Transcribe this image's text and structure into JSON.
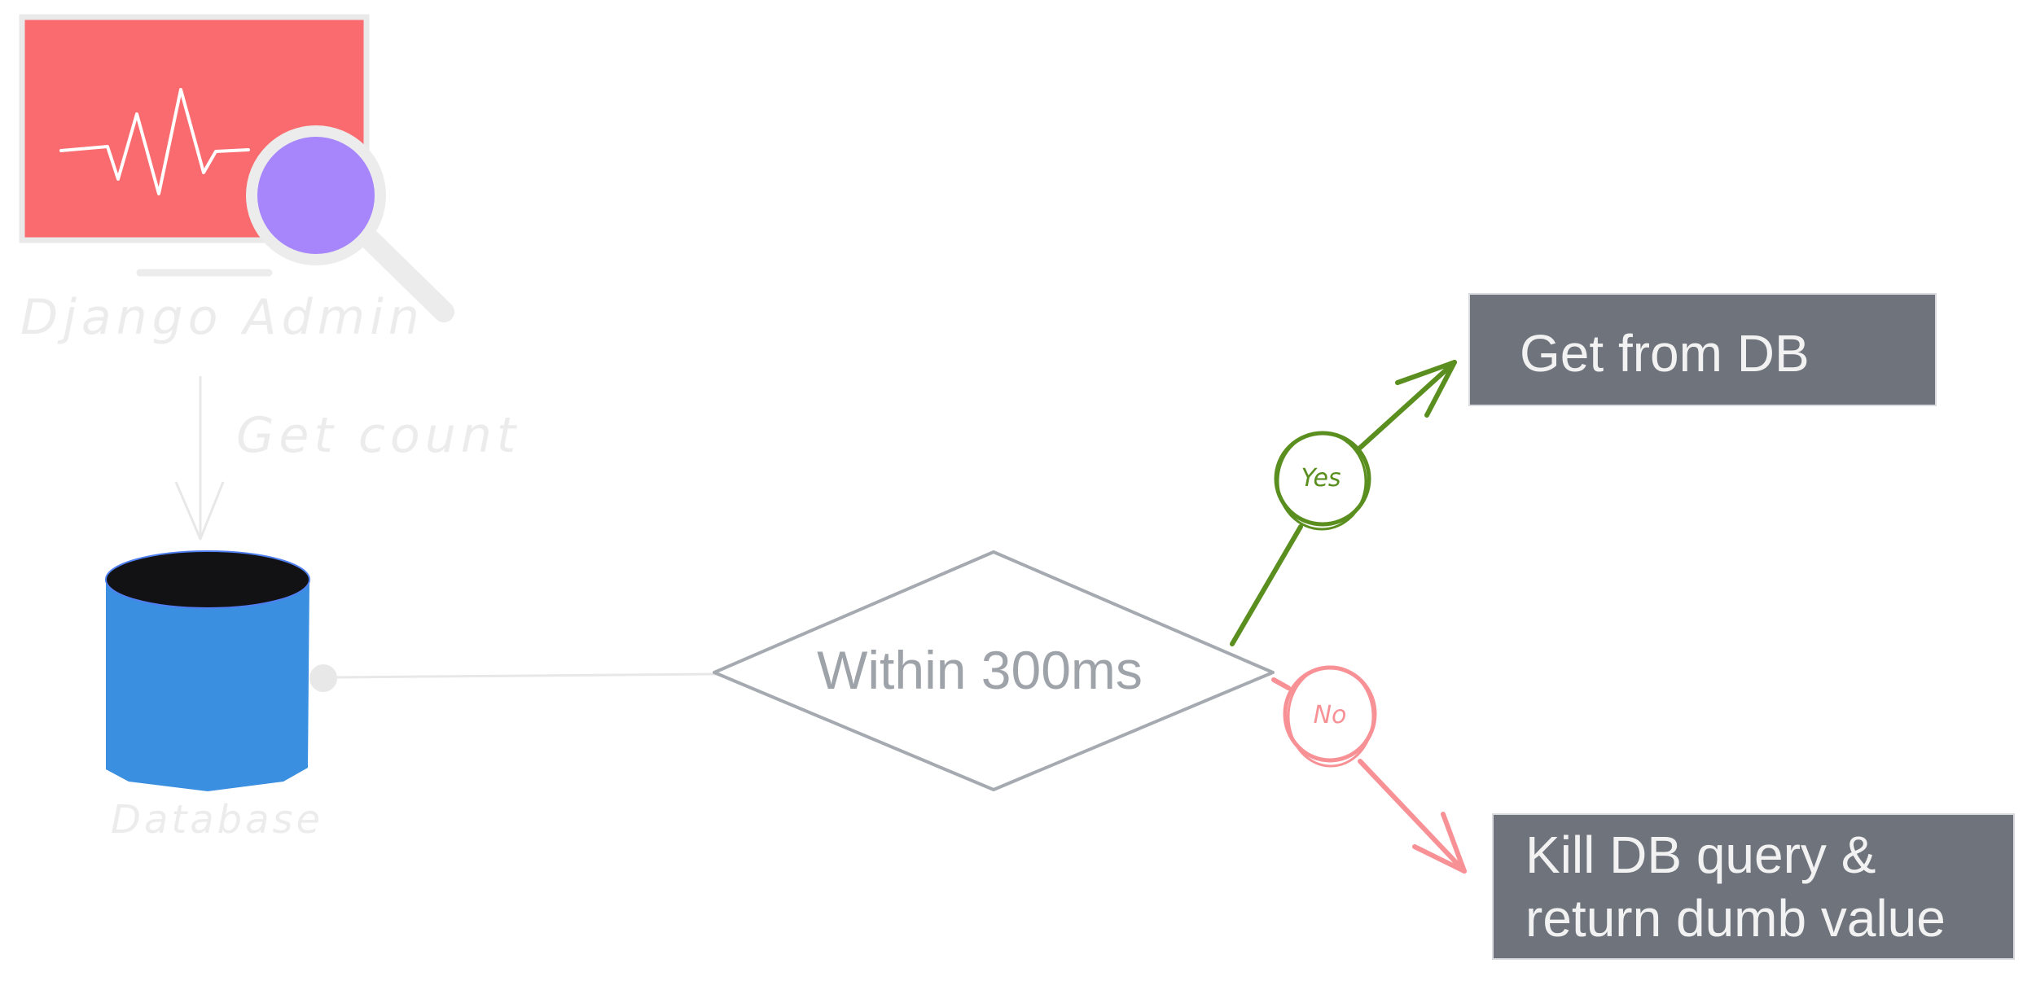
{
  "nodes": {
    "django_admin": {
      "label": "Django Admin"
    },
    "database": {
      "label": "Database"
    },
    "decision": {
      "label": "Within 300ms"
    },
    "get_from_db": {
      "label": "Get from DB"
    },
    "kill_query": {
      "line1": "Kill DB query &",
      "line2": "return dumb value"
    }
  },
  "edges": {
    "admin_to_db": {
      "label": "Get count"
    },
    "yes": {
      "label": "Yes"
    },
    "no": {
      "label": "No"
    }
  },
  "colors": {
    "monitor_screen": "#f96b6e",
    "magnifier_lens": "#a786fc",
    "database_body": "#3a8fe0",
    "database_top": "#121214",
    "faded_gray": "#e8e8e8",
    "decision_stroke": "#a5a9b0",
    "decision_text": "#9ea2a9",
    "yes_green": "#5a8e1f",
    "no_red": "#f79196",
    "box_fill": "#6e737c"
  }
}
